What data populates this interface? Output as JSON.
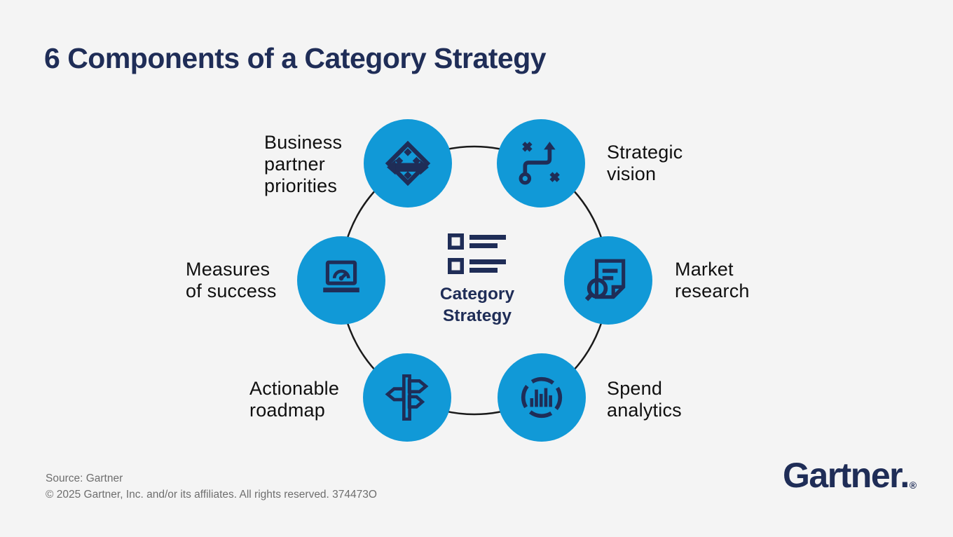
{
  "title": "6 Components of a Category Strategy",
  "center": {
    "icon": "checklist-icon",
    "lines": [
      "Category",
      "Strategy"
    ]
  },
  "components": [
    {
      "name": "business-partner-priorities",
      "icon": "exchange-diamond-icon",
      "lines": [
        "Business",
        "partner",
        "priorities"
      ]
    },
    {
      "name": "strategic-vision",
      "icon": "tactics-arrow-icon",
      "lines": [
        "Strategic",
        "vision"
      ]
    },
    {
      "name": "market-research",
      "icon": "document-magnifier-icon",
      "lines": [
        "Market",
        "research"
      ]
    },
    {
      "name": "spend-analytics",
      "icon": "segmented-ring-bars-icon",
      "lines": [
        "Spend",
        "analytics"
      ]
    },
    {
      "name": "actionable-roadmap",
      "icon": "signpost-icon",
      "lines": [
        "Actionable",
        "roadmap"
      ]
    },
    {
      "name": "measures-of-success",
      "icon": "laptop-gauge-icon",
      "lines": [
        "Measures",
        "of success"
      ]
    }
  ],
  "footer": {
    "source": "Source: Gartner",
    "copyright": "© 2025 Gartner, Inc. and/or its affiliates. All rights reserved. 374473O"
  },
  "logo": {
    "text": "Gartner.",
    "registered": "®"
  },
  "colors": {
    "background": "#F4F4F4",
    "accent_blue": "#1199D7",
    "navy": "#1F2D57",
    "label_text": "#101010",
    "footer_text": "#6E6E6E",
    "ring_line": "#1A1A1A"
  }
}
